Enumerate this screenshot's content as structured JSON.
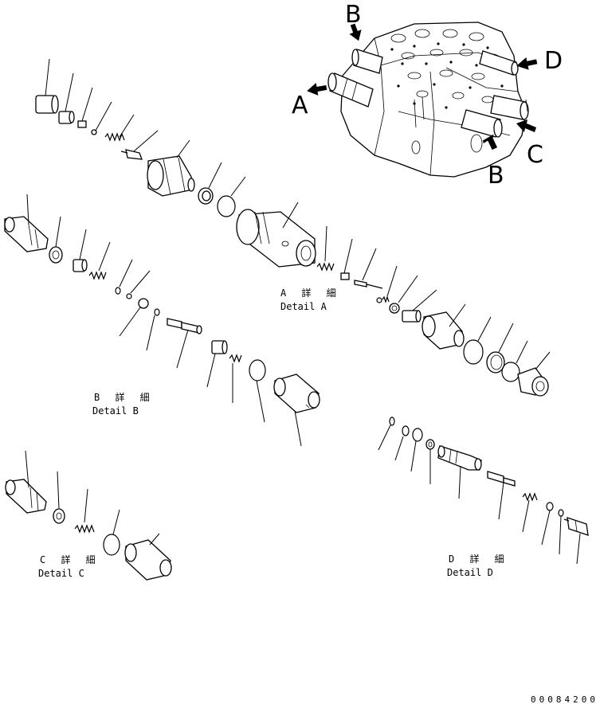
{
  "overview": {
    "view_labels": [
      "A",
      "B",
      "B",
      "C",
      "D"
    ]
  },
  "details": {
    "a": {
      "title_jp": "A 詳 細",
      "title_en": "Detail A"
    },
    "b": {
      "title_jp": "B 詳 細",
      "title_en": "Detail B"
    },
    "c": {
      "title_jp": "C 詳 細",
      "title_en": "Detail C"
    },
    "d": {
      "title_jp": "D 詳 細",
      "title_en": "Detail D"
    }
  },
  "drawing_number": "00084200",
  "colors": {
    "line": "#000000",
    "background": "#ffffff"
  }
}
